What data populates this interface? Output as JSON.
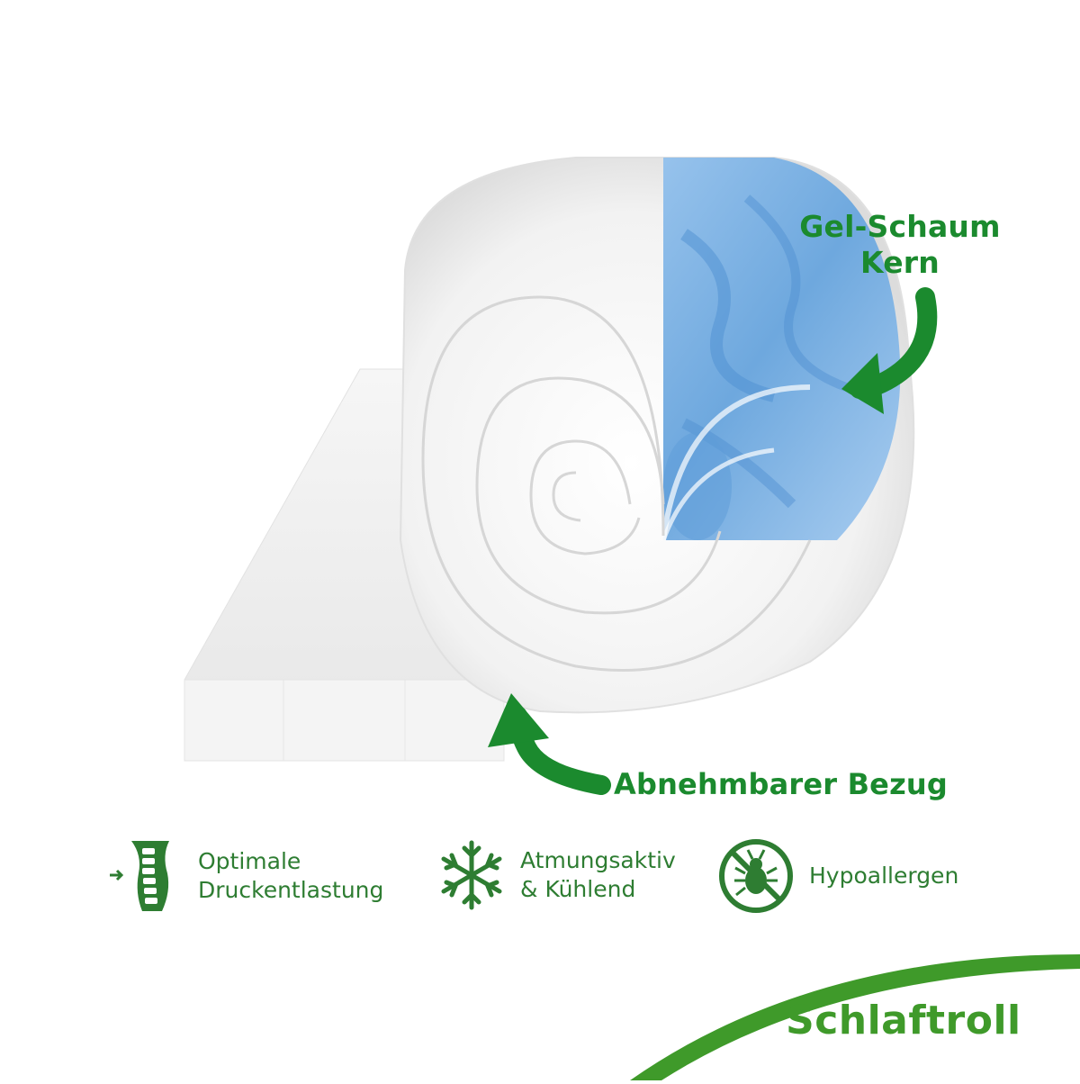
{
  "callouts": {
    "gel_line1": "Gel-Schaum",
    "gel_line2": "Kern",
    "cover": "Abnehmbarer Bezug"
  },
  "features": [
    {
      "icon": "spine-icon",
      "line1": "Optimale",
      "line2": "Druckentlastung"
    },
    {
      "icon": "snowflake-icon",
      "line1": "Atmungsaktiv",
      "line2": "& Kühlend"
    },
    {
      "icon": "no-mite-icon",
      "line1": "Hypoallergen",
      "line2": ""
    }
  ],
  "brand": {
    "name": "Schlaftroll"
  },
  "colors": {
    "accent_green": "#1b8a2e",
    "brand_green": "#3f9a2a",
    "gel_blue": "#7fb2e2",
    "cover_white": "#f7f7f7"
  }
}
